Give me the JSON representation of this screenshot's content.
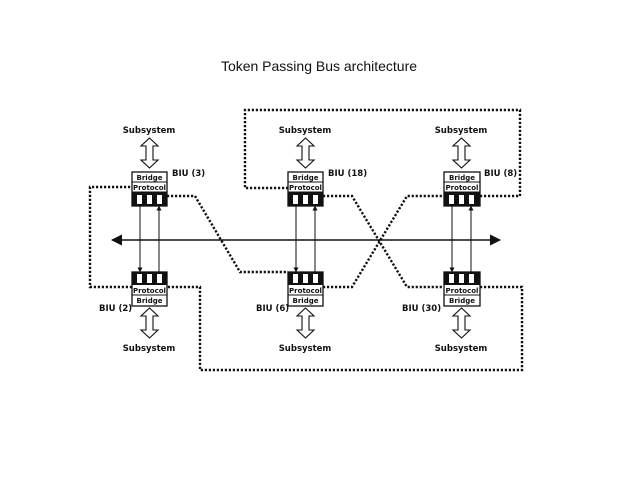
{
  "diagram": {
    "title": "Token Passing  Bus architecture",
    "subsystem_label": "Subsystem",
    "bridge_label": "Bridge",
    "protocol_label": "Protocol",
    "nodes": {
      "top": [
        {
          "id": "biu3",
          "label": "BIU (3)"
        },
        {
          "id": "biu18",
          "label": "BIU (18)"
        },
        {
          "id": "biu8",
          "label": "BIU (8)"
        }
      ],
      "bottom": [
        {
          "id": "biu2",
          "label": "BIU (2)"
        },
        {
          "id": "biu6",
          "label": "BIU (6)"
        },
        {
          "id": "biu30",
          "label": "BIU (30)"
        }
      ]
    }
  }
}
